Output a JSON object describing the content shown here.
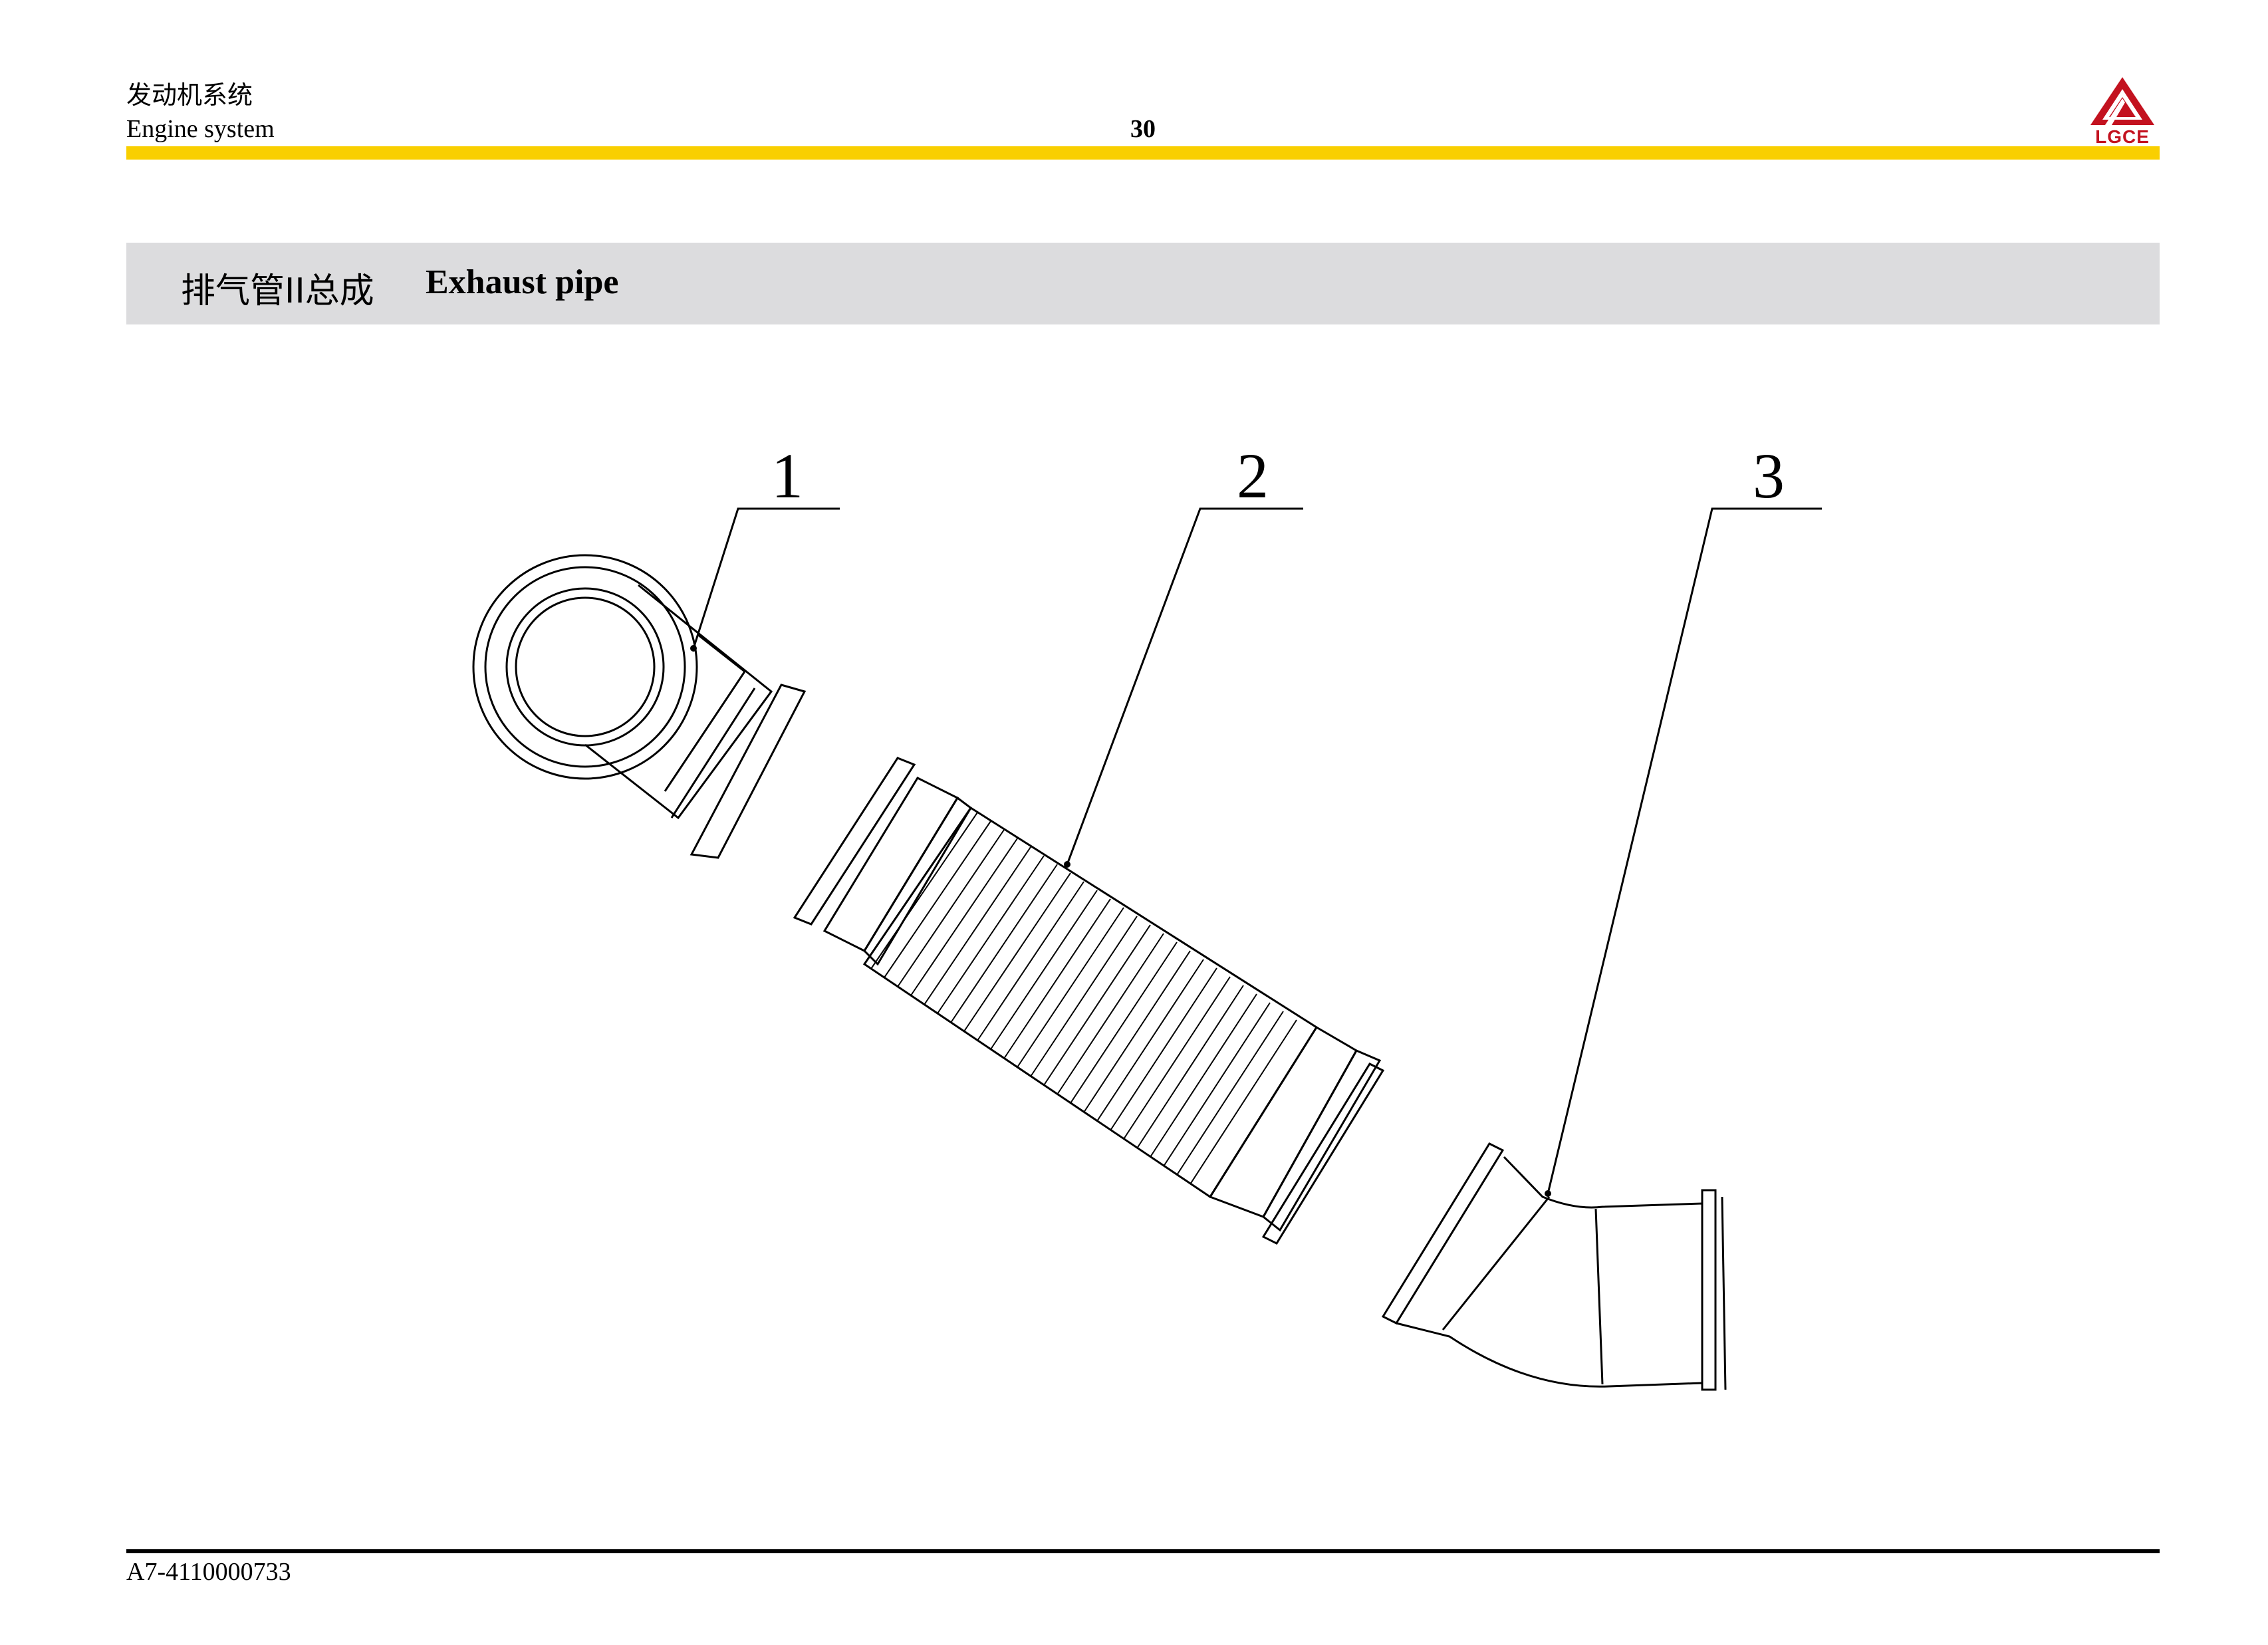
{
  "header": {
    "section_cn": "发动机系统",
    "section_en": "Engine system",
    "page_number": "30",
    "brand": "LGCE"
  },
  "title": {
    "cn": "排气管II总成",
    "en": "Exhaust pipe"
  },
  "callouts": [
    "1",
    "2",
    "3"
  ],
  "footer": {
    "part_code": "A7-4110000733"
  },
  "colors": {
    "accent_bar": "#f9cf00",
    "title_band": "#dcdcde",
    "logo_red": "#c3121f"
  }
}
